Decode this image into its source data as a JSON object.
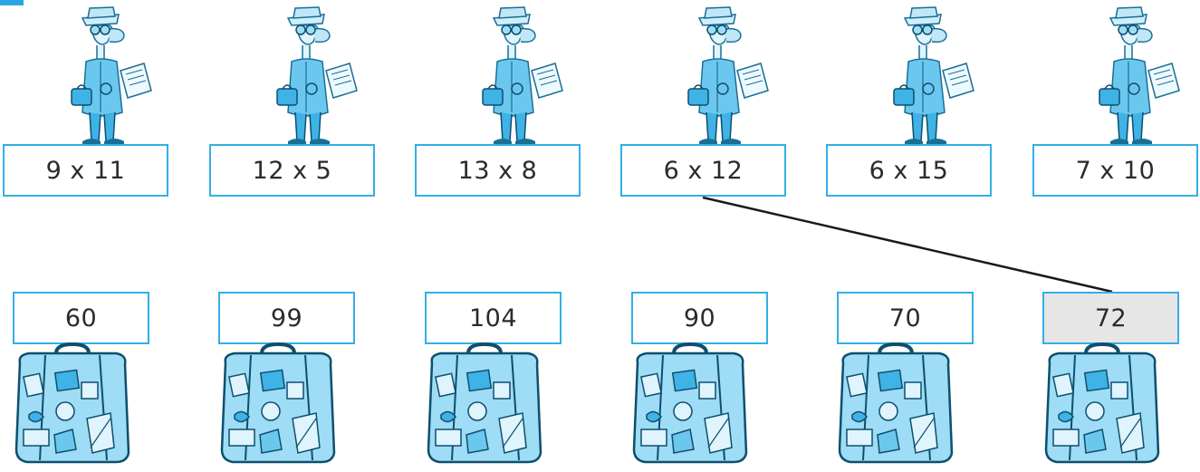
{
  "colors": {
    "box_border": "#34aee6",
    "illustration_blue": "#2aa7e3",
    "answered_fill": "#e6e6e6",
    "text": "#2b2b2b",
    "line": "#1a1a1a"
  },
  "icons": {
    "traveler": "traveler-icon",
    "suitcase": "suitcase-icon"
  },
  "expressions": [
    "9 x 11",
    "12 x 5",
    "13 x 8",
    "6 x 12",
    "6 x 15",
    "7 x 10"
  ],
  "answers": [
    "60",
    "99",
    "104",
    "90",
    "70",
    "72"
  ],
  "connection": {
    "expression": "6 x 12",
    "answer": "72"
  }
}
